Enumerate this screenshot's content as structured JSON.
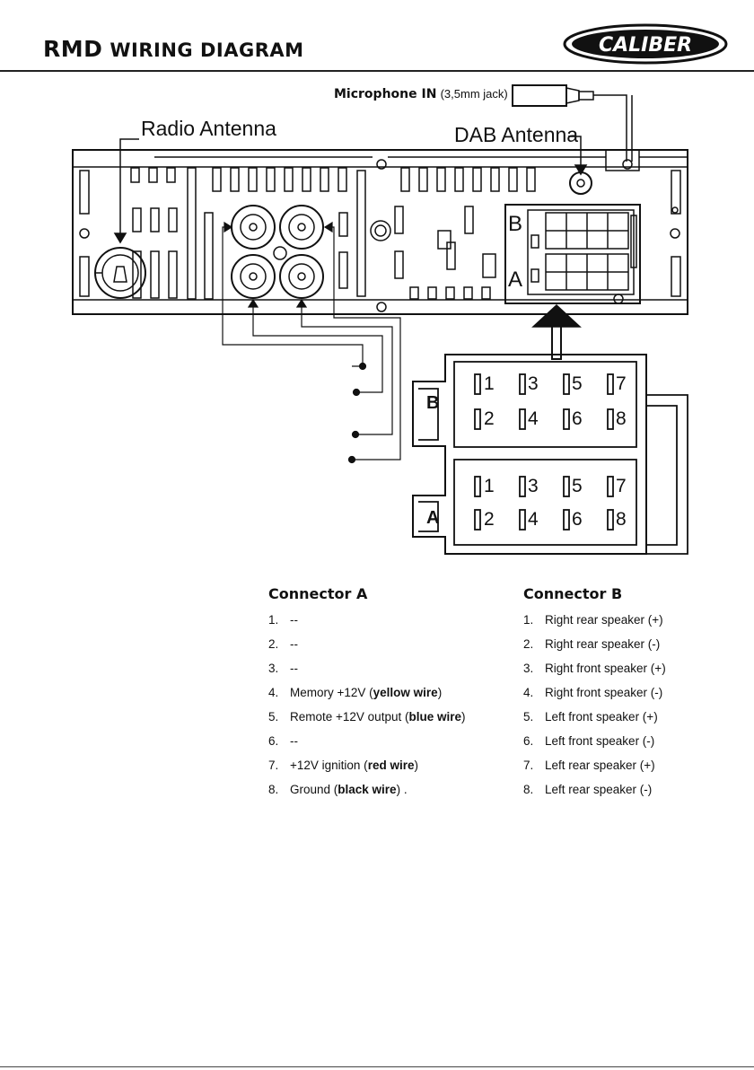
{
  "header": {
    "model": "RMD",
    "title": "WIRING DIAGRAM",
    "brand": "CALIBER"
  },
  "labels": {
    "radio_antenna": "Radio Antenna",
    "dab_antenna": "DAB Antenna",
    "mic_bold": "Microphone IN",
    "mic_small": "(3,5mm jack)"
  },
  "panel_letters": {
    "b": "B",
    "a": "A"
  },
  "plug_letters": {
    "b": "B",
    "a": "A"
  },
  "pin_numbers": {
    "top_row": [
      "1",
      "3",
      "5",
      "7"
    ],
    "bottom_row": [
      "2",
      "4",
      "6",
      "8"
    ]
  },
  "connector_a": {
    "title": "Connector A",
    "pins": [
      {
        "num": "1.",
        "pre": "--",
        "bold": "",
        "post": ""
      },
      {
        "num": "2.",
        "pre": "--",
        "bold": "",
        "post": ""
      },
      {
        "num": "3.",
        "pre": "--",
        "bold": "",
        "post": ""
      },
      {
        "num": "4.",
        "pre": "Memory +12V (",
        "bold": "yellow wire",
        "post": ")"
      },
      {
        "num": "5.",
        "pre": "Remote +12V output (",
        "bold": "blue wire",
        "post": ")"
      },
      {
        "num": "6.",
        "pre": "--",
        "bold": "",
        "post": ""
      },
      {
        "num": "7.",
        "pre": "+12V ignition (",
        "bold": "red wire",
        "post": ")"
      },
      {
        "num": "8.",
        "pre": "Ground (",
        "bold": "black wire",
        "post": ") ."
      }
    ]
  },
  "connector_b": {
    "title": "Connector B",
    "pins": [
      {
        "num": "1.",
        "pre": "Right rear speaker (+)",
        "bold": "",
        "post": ""
      },
      {
        "num": "2.",
        "pre": "Right rear speaker (-)",
        "bold": "",
        "post": ""
      },
      {
        "num": "3.",
        "pre": "Right front speaker (+)",
        "bold": "",
        "post": ""
      },
      {
        "num": "4.",
        "pre": "Right front speaker (-)",
        "bold": "",
        "post": ""
      },
      {
        "num": "5.",
        "pre": "Left front speaker (+)",
        "bold": "",
        "post": ""
      },
      {
        "num": "6.",
        "pre": "Left front speaker (-)",
        "bold": "",
        "post": ""
      },
      {
        "num": "7.",
        "pre": "Left rear speaker (+)",
        "bold": "",
        "post": ""
      },
      {
        "num": "8.",
        "pre": "Left rear speaker (-)",
        "bold": "",
        "post": ""
      }
    ]
  }
}
